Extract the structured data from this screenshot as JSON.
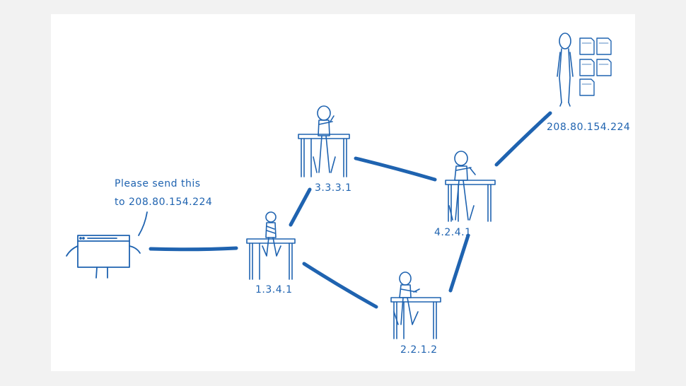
{
  "accent_color": "#1f63b0",
  "speech": {
    "line1": "Please send this",
    "line2": "to 208.80.154.224"
  },
  "nodes": [
    {
      "label": "1.3.4.1"
    },
    {
      "label": "3.3.3.1"
    },
    {
      "label": "2.2.1.2"
    },
    {
      "label": "4.2.4.1"
    },
    {
      "label": "208.80.154.224"
    }
  ]
}
